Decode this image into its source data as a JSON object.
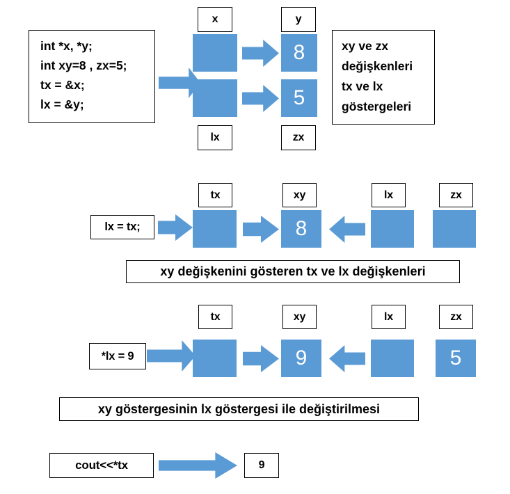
{
  "diagram": {
    "title": "C++ pointer (gosterge) illustration",
    "accent_color": "#5B9BD5",
    "outline_color": "#000000",
    "background_color": "#FFFFFF"
  },
  "section1": {
    "code_lines": [
      "int *x, *y;",
      "int xy=8 , zx=5;",
      "tx = &x;",
      "lx = &y;"
    ],
    "top_left_label": "x",
    "top_right_label": "y",
    "bottom_left_label": "lx",
    "bottom_right_label": "zx",
    "left_cell_top_value": "",
    "left_cell_bottom_value": "",
    "right_cell_top_value": "8",
    "right_cell_bottom_value": "5",
    "note_lines": [
      "xy ve zx",
      "değişkenleri",
      "tx ve lx",
      "göstergeleri"
    ]
  },
  "section2": {
    "statement": "lx = tx;",
    "labels": [
      "tx",
      "xy",
      "lx",
      "zx"
    ],
    "values": [
      "",
      "8",
      "",
      ""
    ],
    "caption": "xy değişkenini gösteren tx ve lx değişkenleri"
  },
  "section3": {
    "statement": "*lx = 9",
    "labels": [
      "tx",
      "xy",
      "lx",
      "zx"
    ],
    "values": [
      "",
      "9",
      "",
      "5"
    ],
    "caption": "xy göstergesinin lx göstergesi ile değiştirilmesi"
  },
  "section4": {
    "statement": "cout<<*tx",
    "result": "9"
  }
}
